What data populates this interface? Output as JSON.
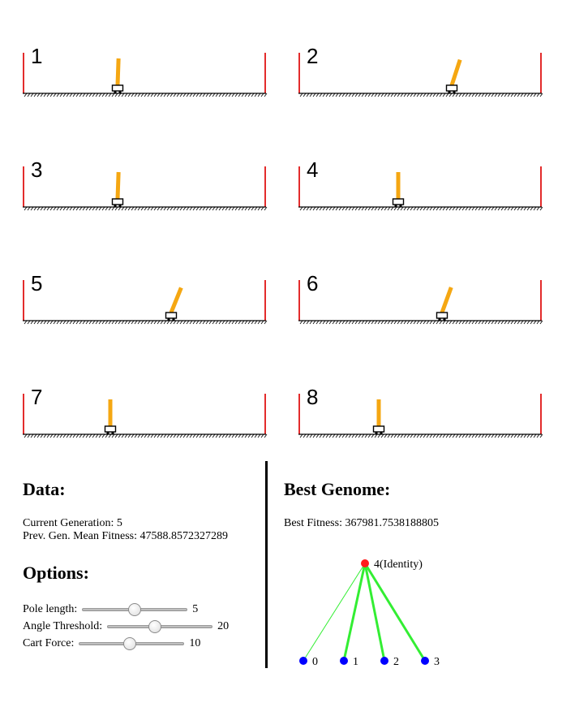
{
  "simulations": [
    {
      "label": "1",
      "cart_position": 0.39,
      "pole_angle_deg": 2
    },
    {
      "label": "2",
      "cart_position": 0.63,
      "pole_angle_deg": 18
    },
    {
      "label": "3",
      "cart_position": 0.39,
      "pole_angle_deg": 2
    },
    {
      "label": "4",
      "cart_position": 0.41,
      "pole_angle_deg": 0
    },
    {
      "label": "5",
      "cart_position": 0.61,
      "pole_angle_deg": 22
    },
    {
      "label": "6",
      "cart_position": 0.59,
      "pole_angle_deg": 20
    },
    {
      "label": "7",
      "cart_position": 0.36,
      "pole_angle_deg": 0
    },
    {
      "label": "8",
      "cart_position": 0.33,
      "pole_angle_deg": 0
    }
  ],
  "colors": {
    "wall": "#e32c2c",
    "pole": "#f5a712",
    "ground": "#000000",
    "output_node": "#ff1a1a",
    "input_node": "#0000ff",
    "connection": "#33ee33"
  },
  "data_panel": {
    "title": "Data:",
    "generation_label": "Current Generation: ",
    "generation": "5",
    "mean_fitness_label": "Prev. Gen. Mean Fitness: ",
    "mean_fitness": "47588.8572327289"
  },
  "options": {
    "title": "Options:",
    "pole_length": {
      "label": "Pole length:",
      "value": "5",
      "fraction": 0.5
    },
    "angle_threshold": {
      "label": "Angle Threshold:",
      "value": "20",
      "fraction": 0.45
    },
    "cart_force": {
      "label": "Cart Force:",
      "value": "10",
      "fraction": 0.48
    }
  },
  "genome_panel": {
    "title": "Best Genome:",
    "best_fitness_label": "Best Fitness: ",
    "best_fitness": "367981.7538188805",
    "output_node": {
      "label": "4(Identity)"
    },
    "input_nodes": [
      {
        "label": "0",
        "weight": 1
      },
      {
        "label": "1",
        "weight": 3
      },
      {
        "label": "2",
        "weight": 3
      },
      {
        "label": "3",
        "weight": 3
      }
    ]
  }
}
